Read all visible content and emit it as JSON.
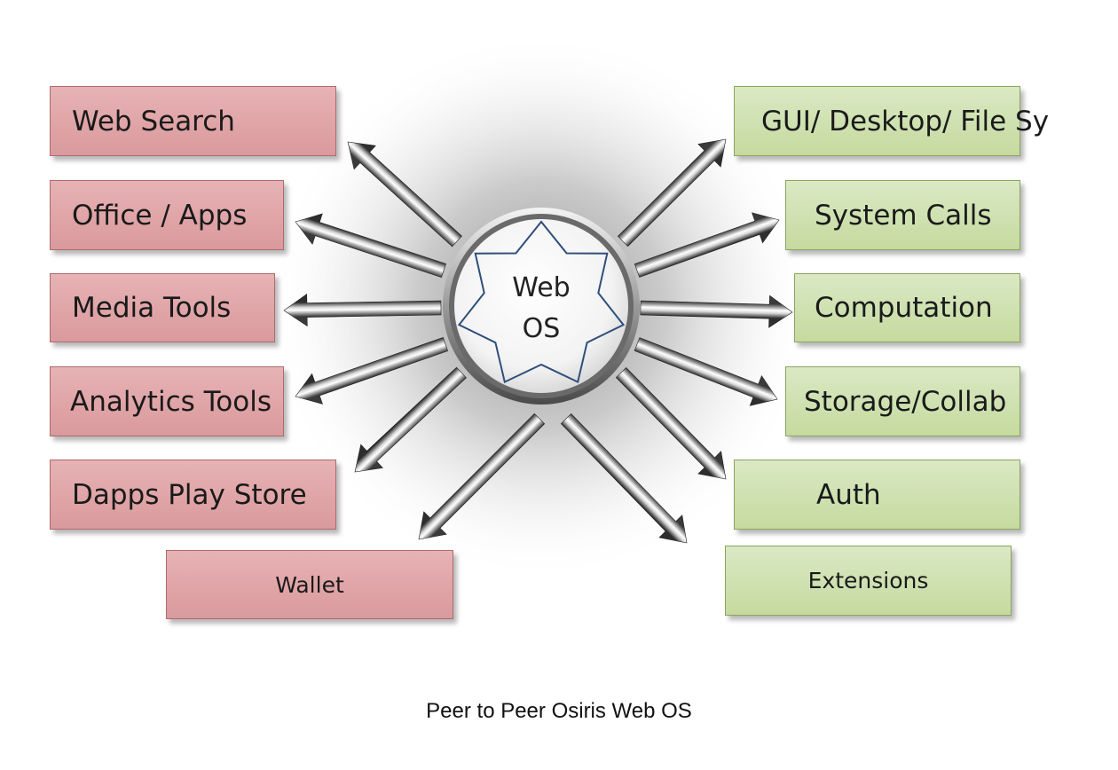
{
  "hub": {
    "line1": "Web",
    "line2": "OS"
  },
  "left_items": [
    {
      "label": "Web Search"
    },
    {
      "label": "Office / Apps"
    },
    {
      "label": "Media Tools"
    },
    {
      "label": "Analytics Tools"
    },
    {
      "label": "Dapps Play Store"
    },
    {
      "label": "Wallet"
    }
  ],
  "right_items": [
    {
      "label": "GUI/ Desktop/ File Sy"
    },
    {
      "label": "System Calls"
    },
    {
      "label": "Computation"
    },
    {
      "label": "Storage/Collab"
    },
    {
      "label": "Auth"
    },
    {
      "label": "Extensions"
    }
  ],
  "caption": "Peer to Peer Osiris Web OS",
  "colors": {
    "left_fill": "#dfa3a6",
    "left_border": "#b06a6e",
    "right_fill": "#cde0ae",
    "right_border": "#8aa460",
    "star_stroke": "#2f4f7a"
  }
}
